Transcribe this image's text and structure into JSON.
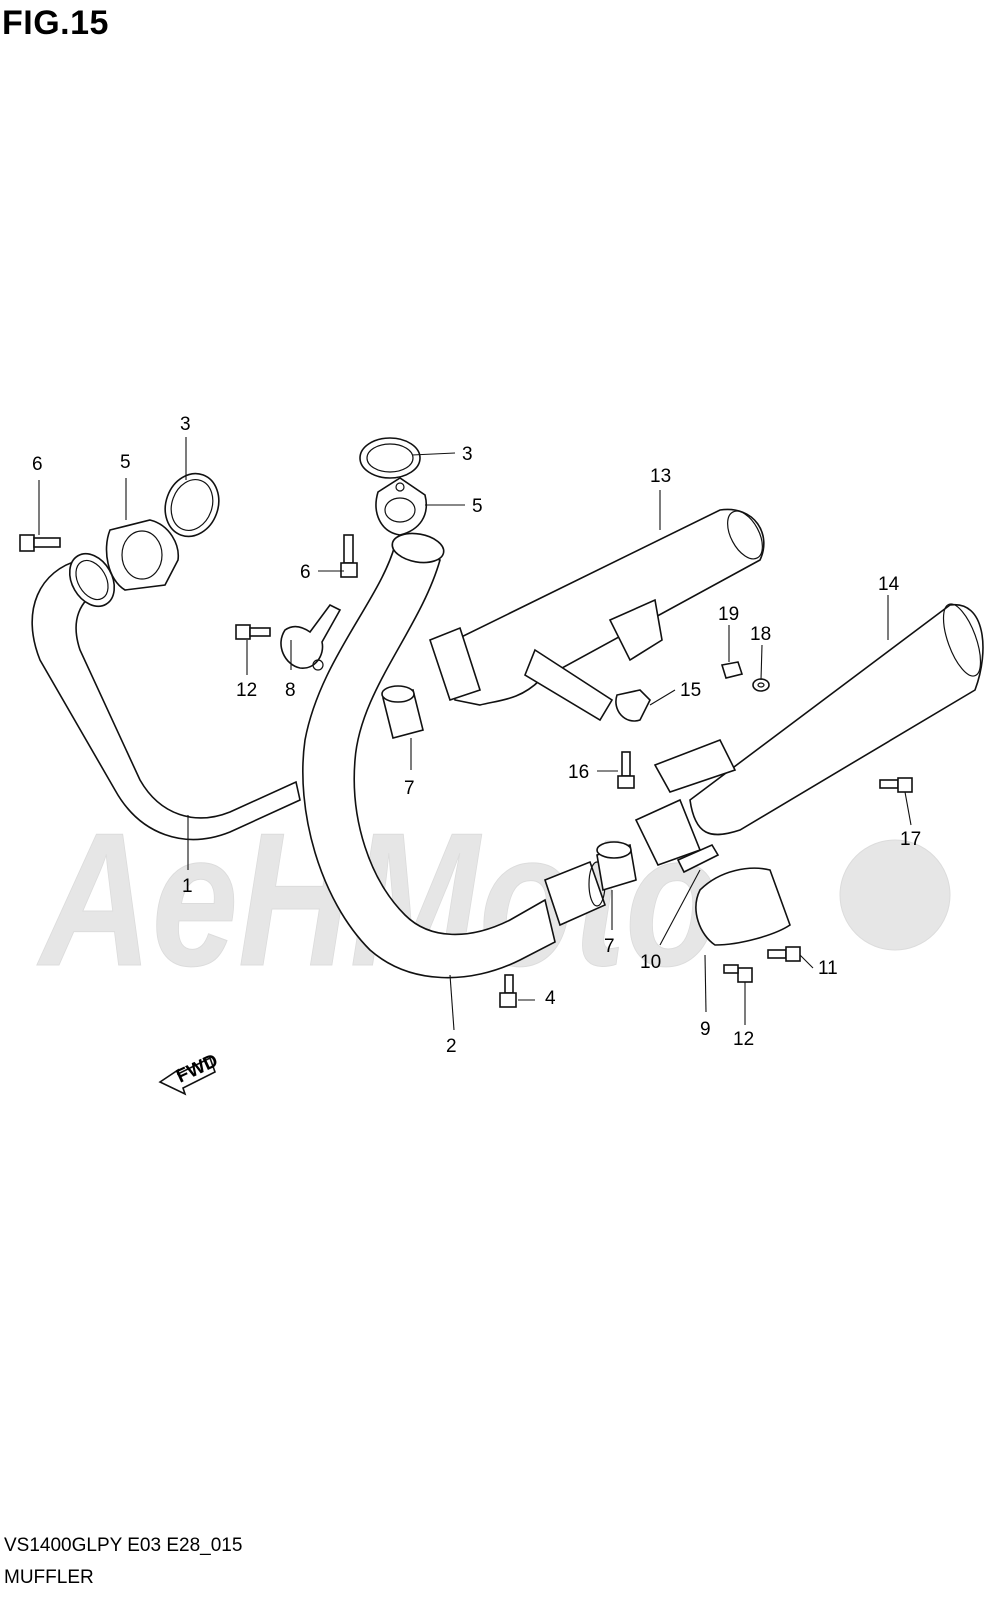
{
  "figure": {
    "title": "FIG.15",
    "model_code": "VS1400GLPY E03 E28_015",
    "section_name": "MUFFLER",
    "watermark": "AeHMoto",
    "fwd_label": "FWD"
  },
  "callouts": [
    {
      "id": "c1",
      "label": "1"
    },
    {
      "id": "c2",
      "label": "2"
    },
    {
      "id": "c3a",
      "label": "3"
    },
    {
      "id": "c3b",
      "label": "3"
    },
    {
      "id": "c4",
      "label": "4"
    },
    {
      "id": "c5a",
      "label": "5"
    },
    {
      "id": "c5b",
      "label": "5"
    },
    {
      "id": "c6a",
      "label": "6"
    },
    {
      "id": "c6b",
      "label": "6"
    },
    {
      "id": "c7a",
      "label": "7"
    },
    {
      "id": "c7b",
      "label": "7"
    },
    {
      "id": "c8",
      "label": "8"
    },
    {
      "id": "c9",
      "label": "9"
    },
    {
      "id": "c10",
      "label": "10"
    },
    {
      "id": "c11",
      "label": "11"
    },
    {
      "id": "c12a",
      "label": "12"
    },
    {
      "id": "c12b",
      "label": "12"
    },
    {
      "id": "c13",
      "label": "13"
    },
    {
      "id": "c14",
      "label": "14"
    },
    {
      "id": "c15",
      "label": "15"
    },
    {
      "id": "c16",
      "label": "16"
    },
    {
      "id": "c17",
      "label": "17"
    },
    {
      "id": "c18",
      "label": "18"
    },
    {
      "id": "c19",
      "label": "19"
    }
  ]
}
